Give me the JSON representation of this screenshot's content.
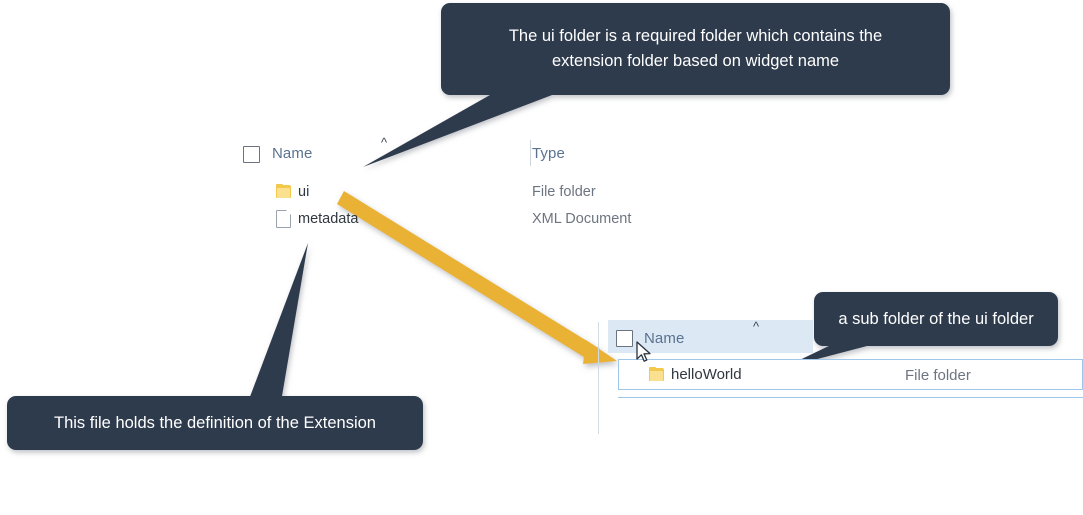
{
  "callouts": [
    {
      "id": "ui-folder-callout",
      "lines": [
        "The ui folder is a required folder which contains the",
        "extension folder based on widget name"
      ],
      "text": "The ui folder is a required folder which contains the extension folder based on widget name"
    },
    {
      "id": "sub-folder-callout",
      "lines": [
        "a sub folder of the ui folder"
      ],
      "text": "a sub folder of the ui folder"
    },
    {
      "id": "metadata-callout",
      "lines": [
        "This file holds the definition of the Extension"
      ],
      "text": "This file holds the definition of the Extension"
    }
  ],
  "file_list_primary": {
    "columns": {
      "name": "Name",
      "type": "Type"
    },
    "sort_indicator": "chevron-up",
    "rows": [
      {
        "icon": "folder-icon",
        "name": "ui",
        "type": "File folder"
      },
      {
        "icon": "xml-document-icon",
        "name": "metadata",
        "type": "XML Document"
      }
    ]
  },
  "file_list_secondary": {
    "columns": {
      "name": "Name",
      "type": ""
    },
    "sort_indicator": "chevron-up",
    "rows": [
      {
        "icon": "folder-icon",
        "name": "helloWorld",
        "type": "File folder"
      }
    ]
  },
  "colors": {
    "callout_bg": "#2f3b4d",
    "callout_text": "#ffffff",
    "arrow": "#eab234",
    "folder": "#f2c94c",
    "header_text": "#5a7391",
    "row_text": "#30373f",
    "type_text": "#6d7580",
    "selection_highlight": "#dce8f4",
    "selection_border": "#9ec7ea",
    "page_bg": "#ffffff"
  }
}
